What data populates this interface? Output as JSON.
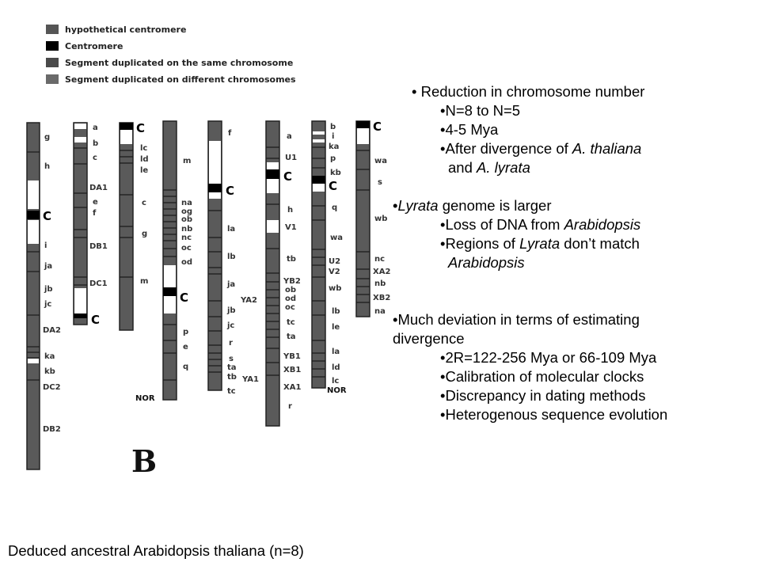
{
  "legend": [
    {
      "label": "hypothetical centromere",
      "color": "#555555"
    },
    {
      "label": "Centromere",
      "color": "#000000"
    },
    {
      "label": "Segment duplicated on the same chromosome",
      "color": "#4a4a4a"
    },
    {
      "label": "Segment duplicated on different chromosomes",
      "color": "#6a6a6a"
    }
  ],
  "panel_label": "B",
  "chromosome_labels": {
    "c1": [
      "g",
      "h",
      "C",
      "i",
      "ja",
      "jb",
      "jc",
      "DA2",
      "ka",
      "kb",
      "DC2",
      "DB2"
    ],
    "c2": [
      "a",
      "b",
      "c",
      "DA1",
      "e",
      "f",
      "DB1",
      "DC1",
      "C"
    ],
    "c3": [
      "C",
      "lc",
      "ld",
      "le",
      "c",
      "g",
      "m"
    ],
    "c4": [
      "m",
      "na",
      "og",
      "ob",
      "nb",
      "nc",
      "oc",
      "od",
      "C",
      "p",
      "e",
      "q",
      "NOR"
    ],
    "c5": [
      "f",
      "C",
      "la",
      "lb",
      "ja",
      "jb",
      "jc",
      "r",
      "s",
      "ta",
      "tb",
      "tc"
    ],
    "c5_side": [
      "YA2",
      "YA1"
    ],
    "c6": [
      "a",
      "U1",
      "C",
      "h",
      "V1",
      "tb",
      "YB2",
      "ob",
      "od",
      "oc",
      "tc",
      "ta",
      "YB1",
      "XB1",
      "XA1",
      "r"
    ],
    "c7": [
      "b",
      "i",
      "ka",
      "p",
      "kb",
      "C",
      "q",
      "wa",
      "U2",
      "V2",
      "wb",
      "lb",
      "le",
      "la",
      "ld",
      "lc",
      "NOR"
    ],
    "c8": [
      "C",
      "wa",
      "s",
      "wb",
      "nc",
      "XA2",
      "nb",
      "XB2",
      "na"
    ]
  },
  "bullets": [
    {
      "level": 1,
      "text": "• Reduction in chromosome number"
    },
    {
      "level": 2,
      "text": "•N=8 to N=5"
    },
    {
      "level": 2,
      "text": "•4-5 Mya"
    },
    {
      "level": 2,
      "parts": [
        "•After divergence of ",
        "A. thaliana"
      ]
    },
    {
      "level": 2,
      "parts": [
        "and ",
        "A. lyrata"
      ],
      "cont": true
    },
    {
      "level": 0,
      "parts": [
        "•",
        "Lyrata",
        " genome is larger"
      ]
    },
    {
      "level": 2,
      "parts": [
        "•Loss of DNA from ",
        "Arabidopsis"
      ]
    },
    {
      "level": 2,
      "parts": [
        "•Regions of ",
        "Lyrata",
        " don’t match"
      ]
    },
    {
      "level": 2,
      "parts": [
        "Arabidopsis"
      ],
      "cont": true
    },
    {
      "level": 0,
      "text": "•Much deviation in terms of estimating"
    },
    {
      "level": 0,
      "text": "divergence"
    },
    {
      "level": 2,
      "text": "•2R=122-256 Mya or 66-109 Mya"
    },
    {
      "level": 2,
      "text": "•Calibration of molecular clocks"
    },
    {
      "level": 2,
      "text": "•Discrepancy in dating methods"
    },
    {
      "level": 2,
      "text": "•Heterogenous sequence evolution"
    }
  ],
  "caption": "Deduced ancestral Arabidopsis thaliana (n=8)"
}
